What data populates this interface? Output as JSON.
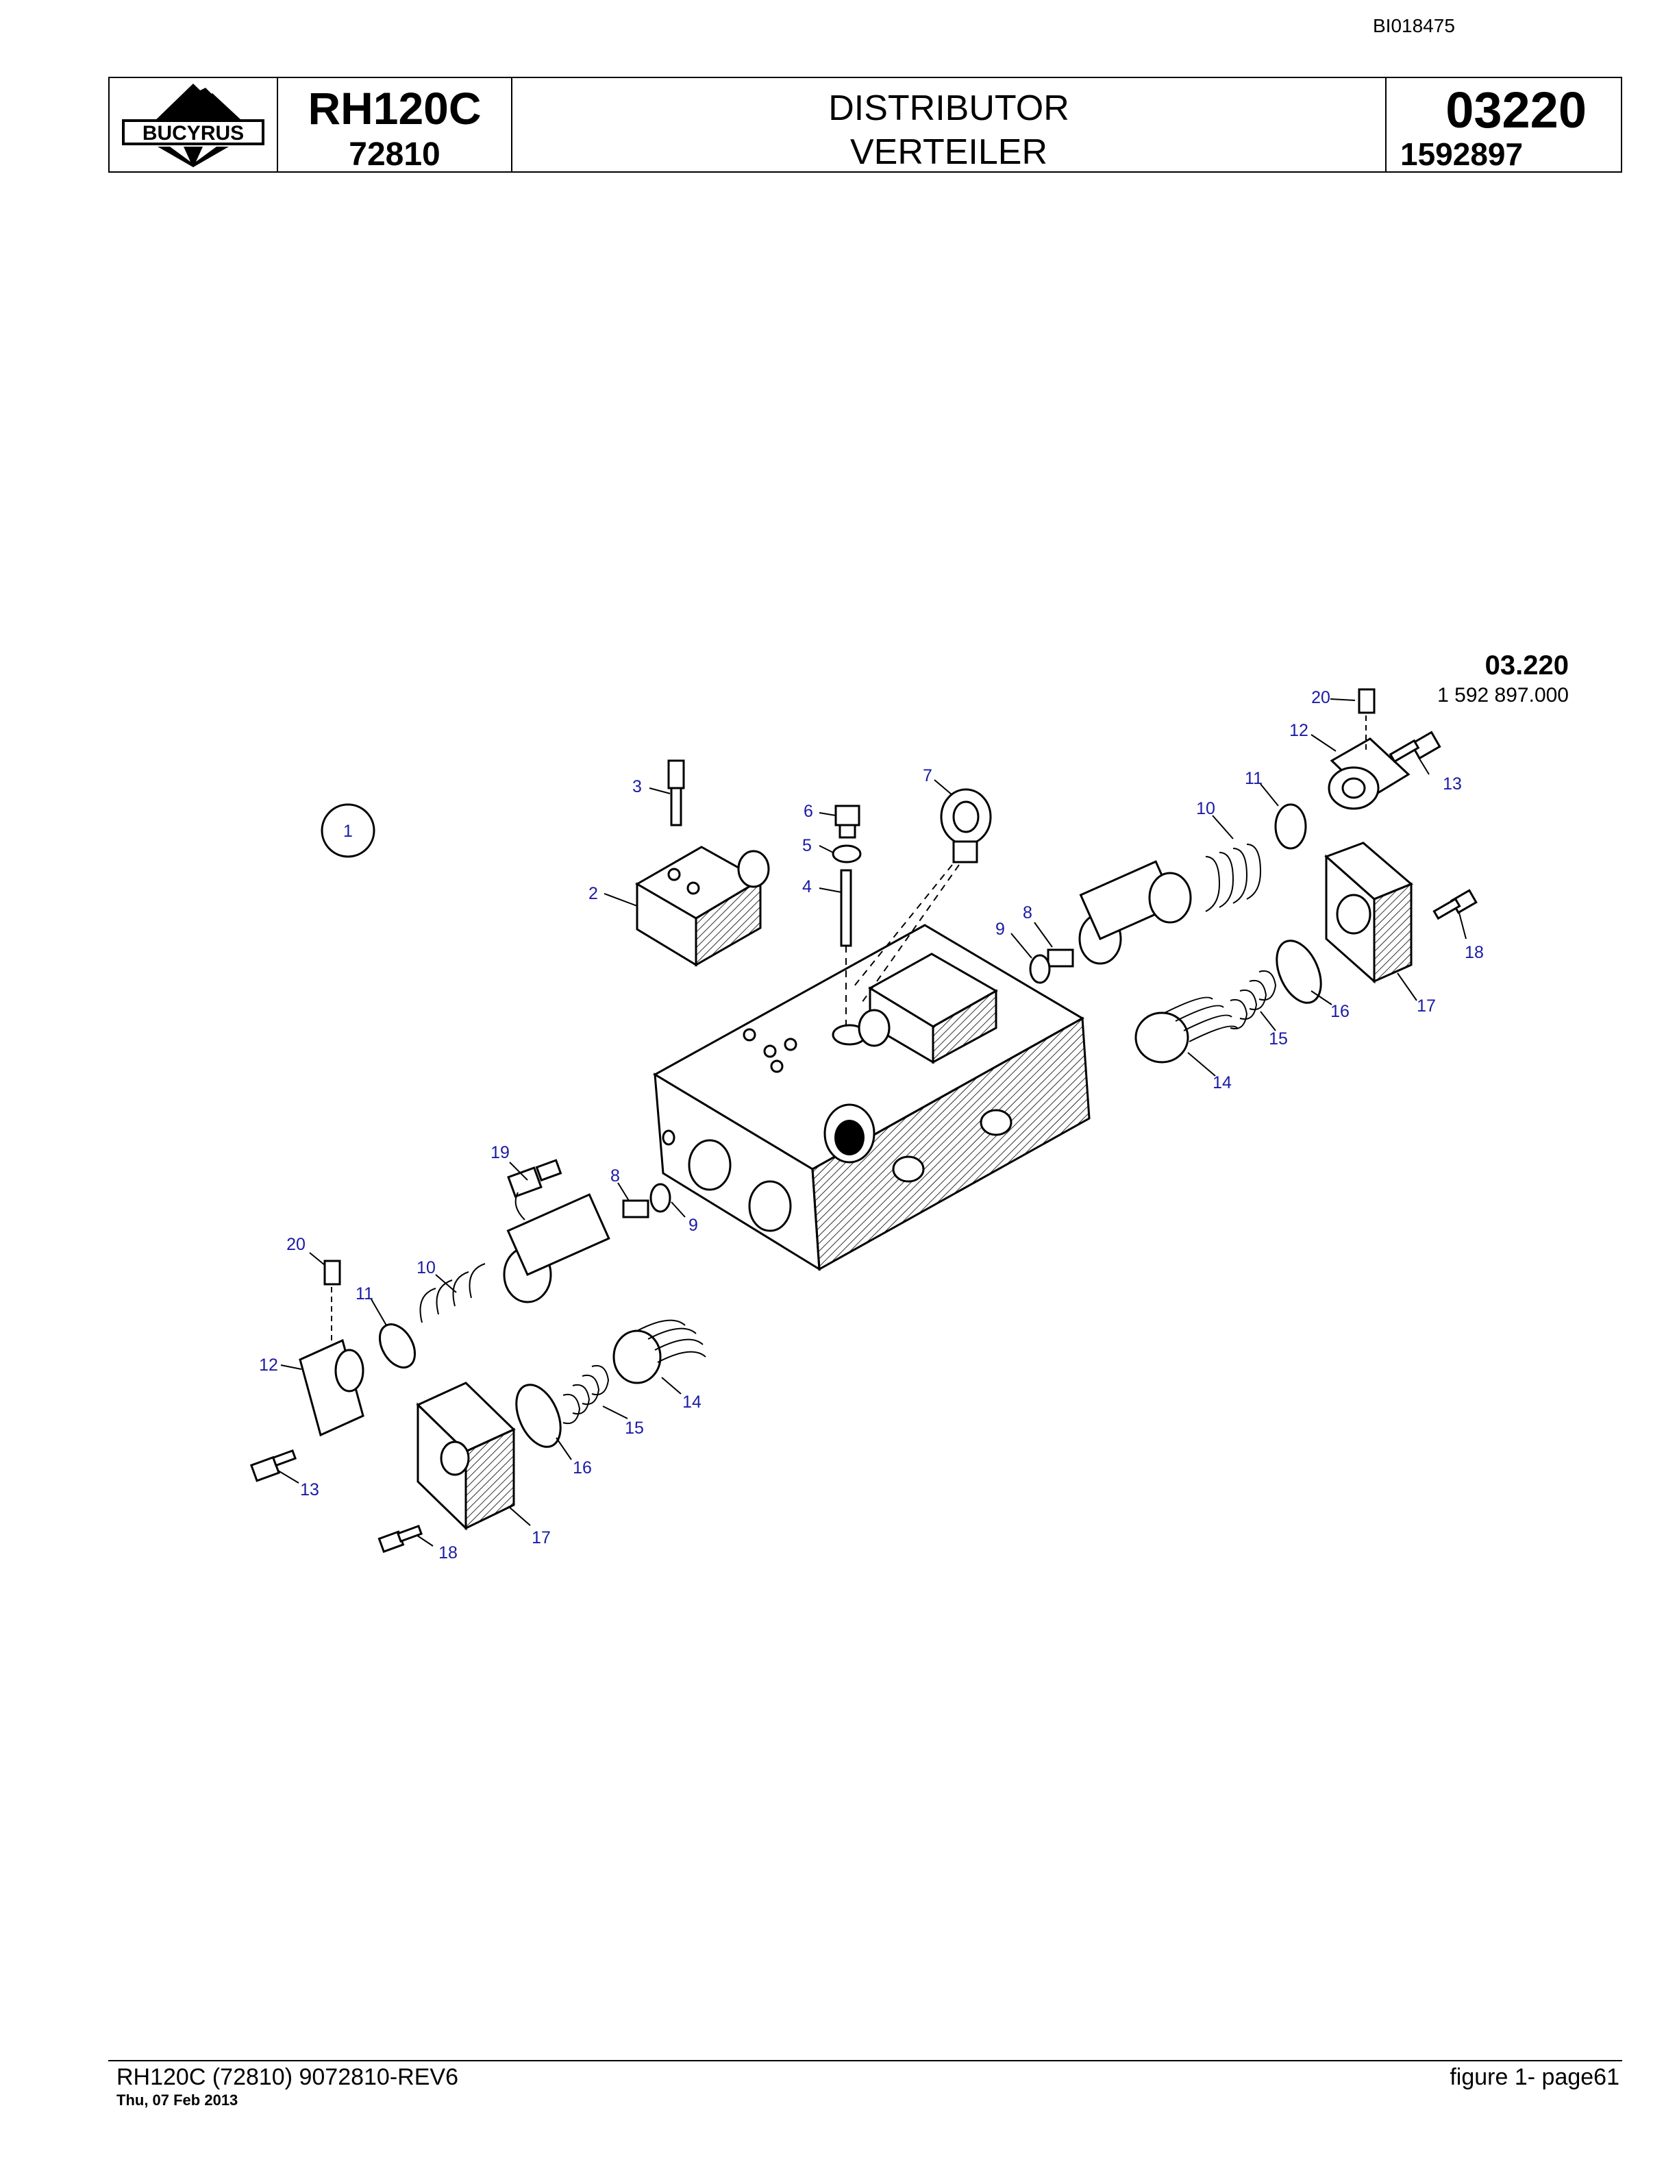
{
  "doc_id": "BI018475",
  "header": {
    "brand": "BUCYRUS",
    "model": "RH120C",
    "serial": "72810",
    "title_en": "DISTRIBUTOR",
    "title_de": "VERTEILER",
    "group_number": "03220",
    "part_number": "1592897"
  },
  "diagram": {
    "reference": "03.220",
    "reference_sub": "1 592 897.000",
    "assembly_marker": "1",
    "callouts": [
      "2",
      "3",
      "4",
      "5",
      "6",
      "7",
      "8",
      "9",
      "10",
      "11",
      "12",
      "13",
      "14",
      "15",
      "16",
      "17",
      "18",
      "19",
      "20",
      "8",
      "9",
      "10",
      "11",
      "12",
      "13",
      "14",
      "15",
      "16",
      "17",
      "18",
      "20"
    ]
  },
  "footer": {
    "left": "RH120C (72810) 9072810-REV6",
    "date": "Thu, 07 Feb 2013",
    "right": "figure  1- page61"
  }
}
